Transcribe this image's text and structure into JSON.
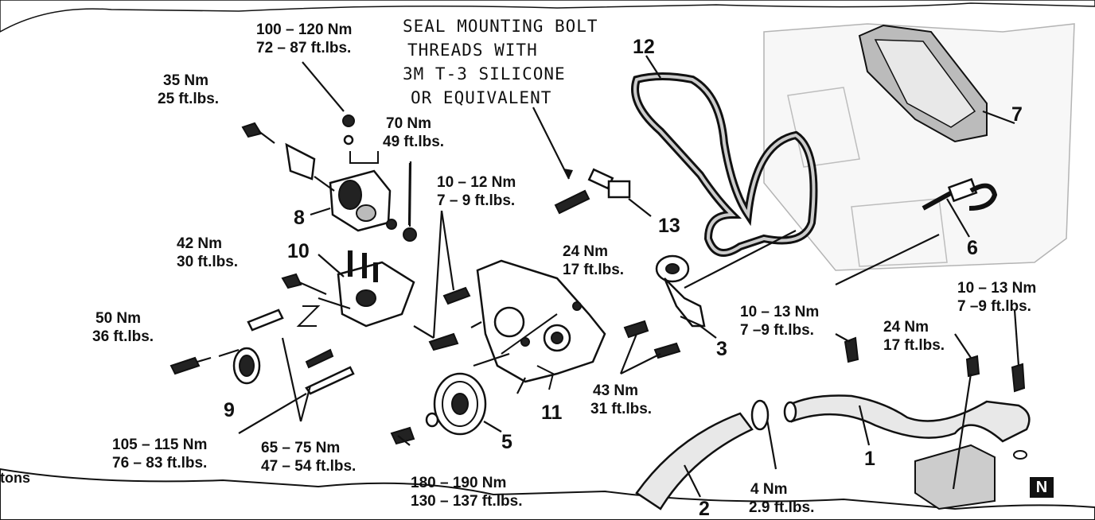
{
  "note": {
    "lines": [
      "SEAL MOUNTING BOLT",
      "THREADS WITH",
      "3M T-3 SILICONE",
      "OR EQUIVALENT"
    ]
  },
  "torques": {
    "t100_120": [
      "100 – 120 Nm",
      "72 – 87 ft.lbs."
    ],
    "t35": [
      "35 Nm",
      "25 ft.lbs."
    ],
    "t70": [
      "70 Nm",
      "49 ft.lbs."
    ],
    "t10_12": [
      "10 – 12 Nm",
      "7 – 9 ft.lbs."
    ],
    "t42": [
      "42 Nm",
      "30 ft.lbs."
    ],
    "t24_upper": [
      "24 Nm",
      "17 ft.lbs."
    ],
    "t50": [
      "50 Nm",
      "36 ft.lbs."
    ],
    "t10_13_mid": [
      "10 – 13 Nm",
      "7 –9 ft.lbs."
    ],
    "t10_13_right": [
      "10 – 13 Nm",
      "7 –9 ft.lbs."
    ],
    "t24_lower": [
      "24 Nm",
      "17 ft.lbs."
    ],
    "t43": [
      "43 Nm",
      "31 ft.lbs."
    ],
    "t105_115": [
      "105 – 115 Nm",
      "76 – 83 ft.lbs."
    ],
    "t65_75": [
      "65 – 75 Nm",
      "47 – 54 ft.lbs."
    ],
    "t180_190": [
      "180 – 190 Nm",
      "130 – 137 ft.lbs."
    ],
    "t4": [
      "4 Nm",
      "2.9 ft.lbs."
    ]
  },
  "callouts": {
    "c1": "1",
    "c2": "2",
    "c3": "3",
    "c5": "5",
    "c6": "6",
    "c7": "7",
    "c8": "8",
    "c9": "9",
    "c10": "10",
    "c11": "11",
    "c12": "12",
    "c13": "13"
  },
  "corner_box": "N",
  "edge_fragment": "tons"
}
